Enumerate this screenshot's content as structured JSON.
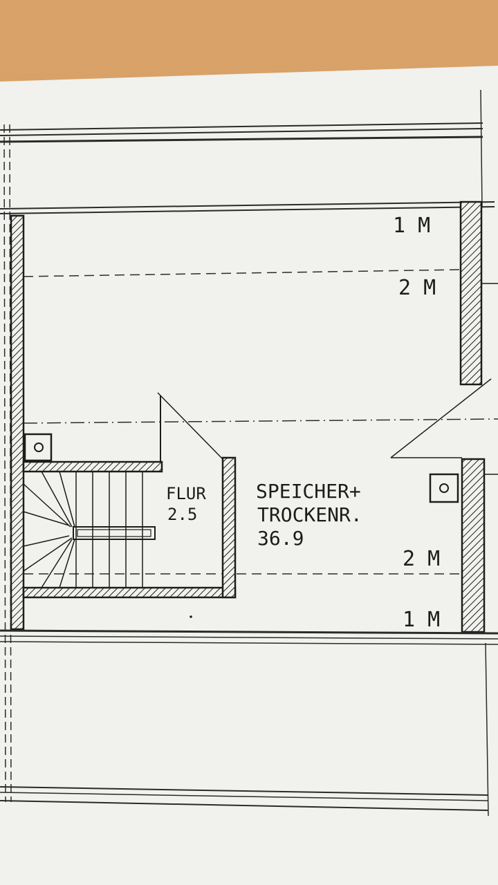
{
  "plan": {
    "rooms": [
      {
        "name": "FLUR",
        "area": "2.5"
      },
      {
        "name_line1": "SPEICHER+",
        "name_line2": "TROCKENR.",
        "area": "36.9"
      }
    ],
    "height_marks": {
      "top_1m": "1 M",
      "top_2m": "2 M",
      "bottom_2m": "2 M",
      "bottom_1m": "1 M"
    },
    "colors": {
      "paper": "#f1f1ee",
      "ink": "#1c1c1c",
      "desk": "#d49d64"
    },
    "icons": [
      "chimney-icon",
      "stair-icon"
    ]
  }
}
